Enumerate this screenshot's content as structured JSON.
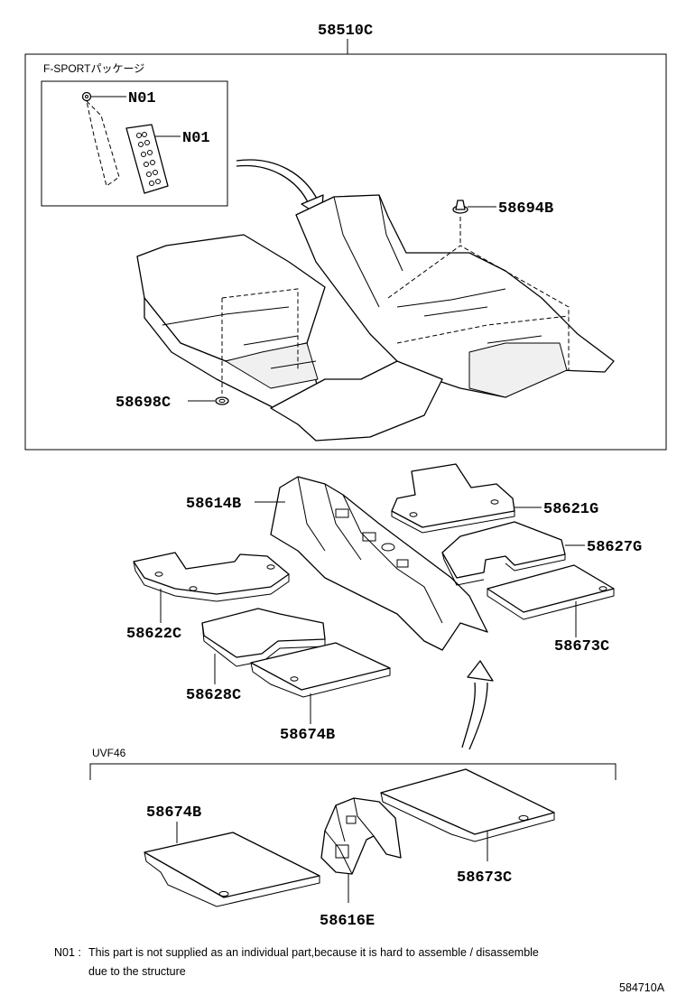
{
  "labels": {
    "assembly": "58510C",
    "package_title": "F-SPORTパッケージ",
    "n01_clip": "N01",
    "n01_plate": "N01",
    "p58694B": "58694B",
    "p58698C": "58698C",
    "p58614B": "58614B",
    "p58621G": "58621G",
    "p58627G": "58627G",
    "p58622C": "58622C",
    "p58673C_top": "58673C",
    "p58628C": "58628C",
    "p58674B_top": "58674B",
    "variant": "UVF46",
    "p58674B_bottom": "58674B",
    "p58673C_bottom": "58673C",
    "p58616E": "58616E"
  },
  "note": {
    "code": "N01 :",
    "line1": "This part is not supplied as an individual part,because it is hard to assemble / disassemble",
    "line2": "due to the structure"
  },
  "figure_id": "584710A"
}
